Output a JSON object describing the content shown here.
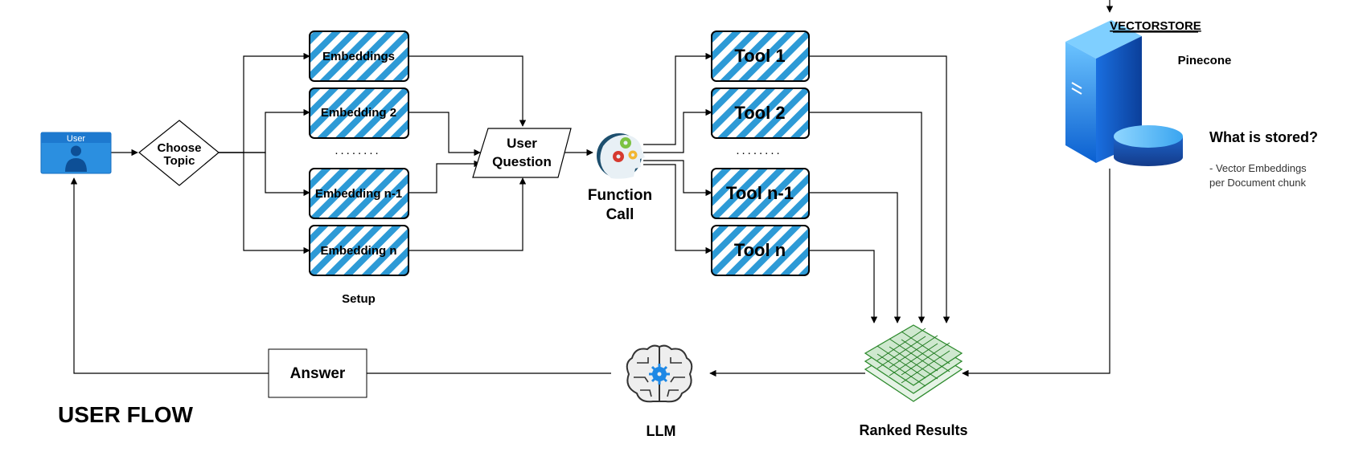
{
  "user_label": "User",
  "decision_label": [
    "Choose",
    "Topic"
  ],
  "embeddings": [
    "Embeddings",
    "Embedding 2",
    "Embedding n-1",
    "Embedding n"
  ],
  "embeddings_ellipsis": "........",
  "setup_label": "Setup",
  "user_question": [
    "User",
    "Question"
  ],
  "function_call": [
    "Function",
    "Call"
  ],
  "tools": [
    "Tool 1",
    "Tool 2",
    "Tool n-1",
    "Tool n"
  ],
  "tools_ellipsis": "........",
  "vectorstore": {
    "title": "VECTORSTORE",
    "provider": "Pinecone",
    "question": "What is stored?",
    "detail": [
      "- Vector Embeddings",
      "per Document chunk"
    ]
  },
  "ranked_results": "Ranked Results",
  "llm": "LLM",
  "answer": "Answer",
  "flow_title": "USER FLOW",
  "colors": {
    "hatch_blue": "#2d9ad6",
    "user_blue": "#2b8fe0",
    "server_blue": "#1e7fe0",
    "stack_green": "#2e8b2e"
  }
}
